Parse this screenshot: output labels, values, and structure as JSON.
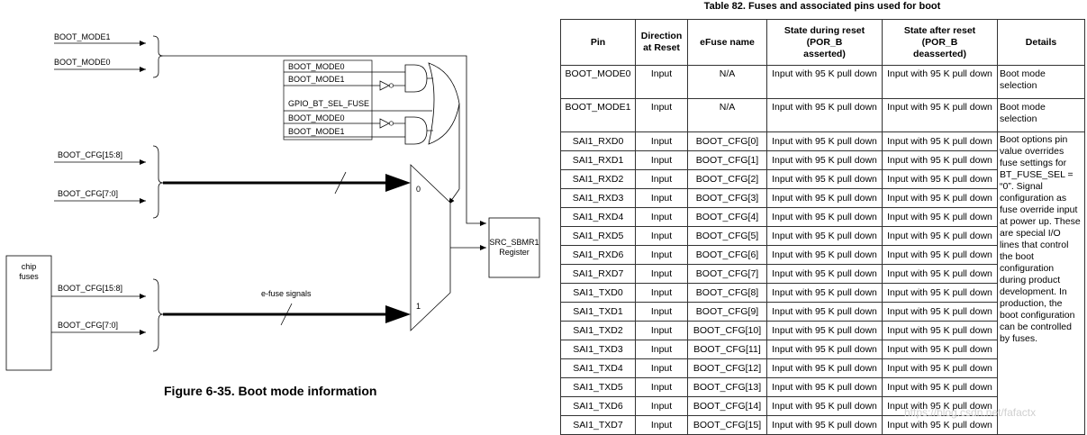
{
  "figure": {
    "caption": "Figure 6-35. Boot mode information",
    "labels": {
      "boot_mode1": "BOOT_MODE1",
      "boot_mode0": "BOOT_MODE0",
      "gate1_in1": "BOOT_MODE0",
      "gate1_in2": "BOOT_MODE1",
      "gpio_fuse": "GPIO_BT_SEL_FUSE",
      "gate2_in1": "BOOT_MODE0",
      "gate2_in2": "BOOT_MODE1",
      "boot_cfg_hi_1": "BOOT_CFG[15:8]",
      "boot_cfg_lo_1": "BOOT_CFG[7:0]",
      "chip_fuses": [
        "chip",
        "fuses"
      ],
      "boot_cfg_hi_2": "BOOT_CFG[15:8]",
      "boot_cfg_lo_2": "BOOT_CFG[7:0]",
      "efuse_signals": "e-fuse signals",
      "mux_in0": "0",
      "mux_in1": "1",
      "register": [
        "SRC_SBMR1",
        "Register"
      ]
    }
  },
  "table": {
    "title": "Table 82. Fuses and associated pins used for boot",
    "headers": {
      "pin": "Pin",
      "direction": [
        "Direction",
        "at Reset"
      ],
      "efuse": "eFuse name",
      "during": [
        "State during reset",
        "(POR_B",
        "asserted)"
      ],
      "after": [
        "State after reset",
        "(POR_B",
        "deasserted)"
      ],
      "details": "Details"
    },
    "rows": [
      {
        "pin": "BOOT_MODE0",
        "dir": "Input",
        "efuse": "N/A",
        "during": "Input with 95 K pull down",
        "after": "Input with 95 K pull down",
        "details": "Boot mode selection"
      },
      {
        "pin": "BOOT_MODE1",
        "dir": "Input",
        "efuse": "N/A",
        "during": "Input with 95 K pull down",
        "after": "Input with 95 K pull down",
        "details": "Boot mode selection"
      },
      {
        "pin": "SAI1_RXD0",
        "dir": "Input",
        "efuse": "BOOT_CFG[0]",
        "during": "Input with 95 K pull down",
        "after": "Input with 95 K pull down"
      },
      {
        "pin": "SAI1_RXD1",
        "dir": "Input",
        "efuse": "BOOT_CFG[1]",
        "during": "Input with 95 K pull down",
        "after": "Input with 95 K pull down"
      },
      {
        "pin": "SAI1_RXD2",
        "dir": "Input",
        "efuse": "BOOT_CFG[2]",
        "during": "Input with 95 K pull down",
        "after": "Input with 95 K pull down"
      },
      {
        "pin": "SAI1_RXD3",
        "dir": "Input",
        "efuse": "BOOT_CFG[3]",
        "during": "Input with 95 K pull down",
        "after": "Input with 95 K pull down"
      },
      {
        "pin": "SAI1_RXD4",
        "dir": "Input",
        "efuse": "BOOT_CFG[4]",
        "during": "Input with 95 K pull down",
        "after": "Input with 95 K pull down"
      },
      {
        "pin": "SAI1_RXD5",
        "dir": "Input",
        "efuse": "BOOT_CFG[5]",
        "during": "Input with 95 K pull down",
        "after": "Input with 95 K pull down"
      },
      {
        "pin": "SAI1_RXD6",
        "dir": "Input",
        "efuse": "BOOT_CFG[6]",
        "during": "Input with 95 K pull down",
        "after": "Input with 95 K pull down"
      },
      {
        "pin": "SAI1_RXD7",
        "dir": "Input",
        "efuse": "BOOT_CFG[7]",
        "during": "Input with 95 K pull down",
        "after": "Input with 95 K pull down"
      },
      {
        "pin": "SAI1_TXD0",
        "dir": "Input",
        "efuse": "BOOT_CFG[8]",
        "during": "Input with 95 K pull down",
        "after": "Input with 95 K pull down"
      },
      {
        "pin": "SAI1_TXD1",
        "dir": "Input",
        "efuse": "BOOT_CFG[9]",
        "during": "Input with 95 K pull down",
        "after": "Input with 95 K pull down"
      },
      {
        "pin": "SAI1_TXD2",
        "dir": "Input",
        "efuse": "BOOT_CFG[10]",
        "during": "Input with 95 K pull down",
        "after": "Input with 95 K pull down"
      },
      {
        "pin": "SAI1_TXD3",
        "dir": "Input",
        "efuse": "BOOT_CFG[11]",
        "during": "Input with 95 K pull down",
        "after": "Input with 95 K pull down"
      },
      {
        "pin": "SAI1_TXD4",
        "dir": "Input",
        "efuse": "BOOT_CFG[12]",
        "during": "Input with 95 K pull down",
        "after": "Input with 95 K pull down"
      },
      {
        "pin": "SAI1_TXD5",
        "dir": "Input",
        "efuse": "BOOT_CFG[13]",
        "during": "Input with 95 K pull down",
        "after": "Input with 95 K pull down"
      },
      {
        "pin": "SAI1_TXD6",
        "dir": "Input",
        "efuse": "BOOT_CFG[14]",
        "during": "Input with 95 K pull down",
        "after": "Input with 95 K pull down"
      },
      {
        "pin": "SAI1_TXD7",
        "dir": "Input",
        "efuse": "BOOT_CFG[15]",
        "during": "Input with 95 K pull down",
        "after": "Input with 95 K pull down"
      }
    ],
    "shared_details": "Boot options pin value overrides fuse settings for BT_FUSE_SEL = “0”. Signal configuration as fuse override input at power up. These are special I/O lines that control the boot configuration during product development. In production, the boot configuration can be controlled by fuses."
  },
  "watermark": "https://blog.csdn.net/fafactx"
}
